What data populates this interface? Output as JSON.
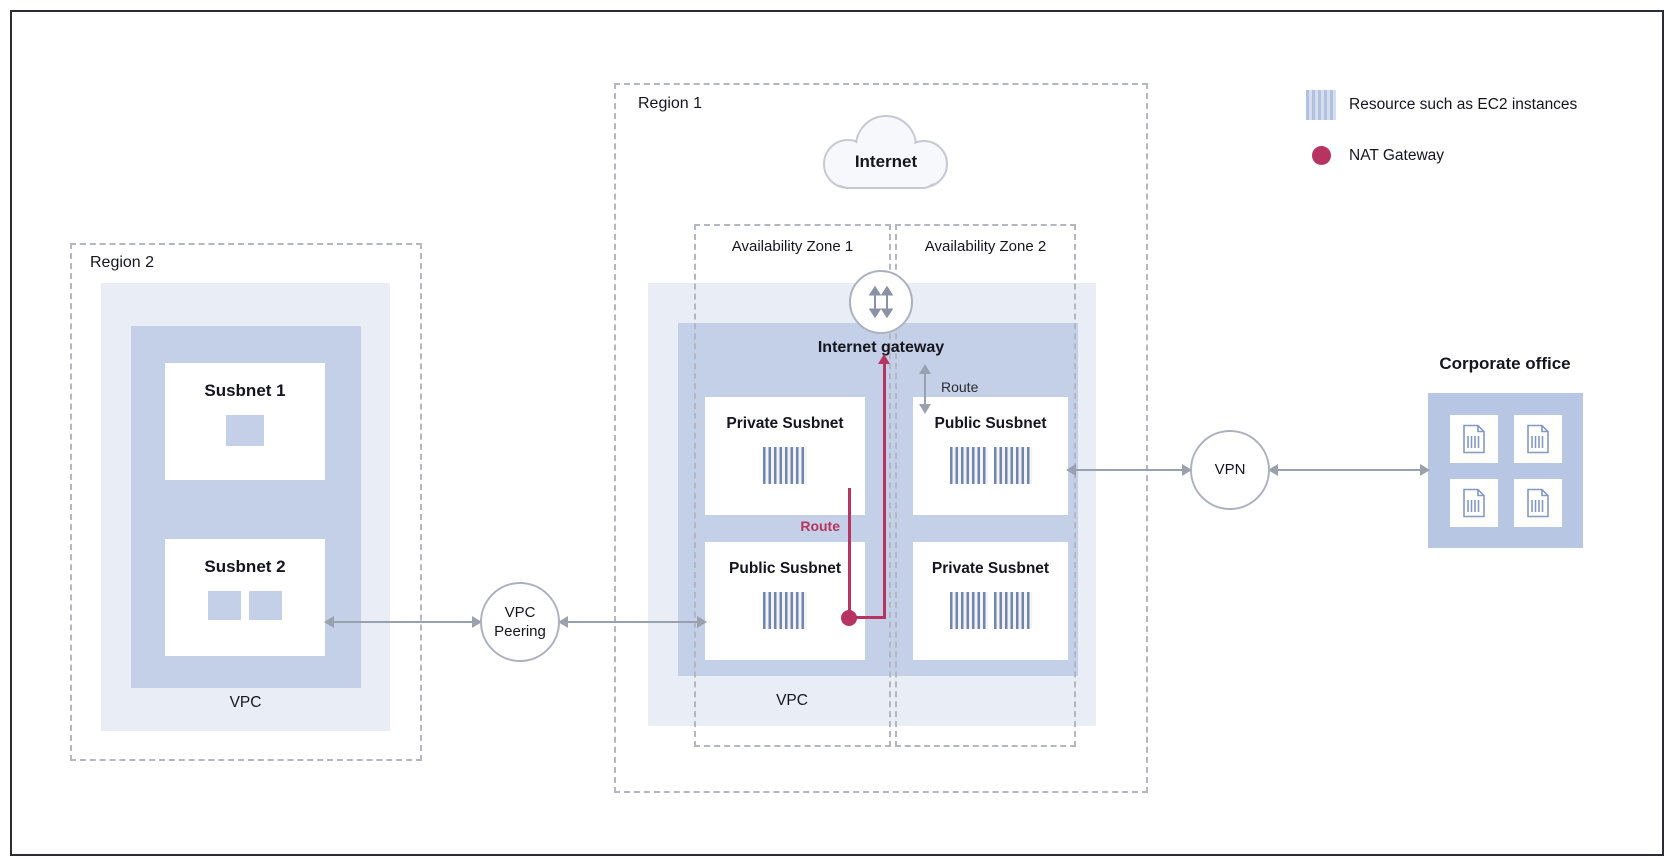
{
  "legend": {
    "resource_label": "Resource such as EC2 instances",
    "nat_label": "NAT Gateway"
  },
  "region2": {
    "title": "Region 2",
    "subnet1_title": "Susbnet 1",
    "subnet2_title": "Susbnet 2",
    "vpc_label": "VPC"
  },
  "peering": {
    "line1": "VPC",
    "line2": "Peering"
  },
  "region1": {
    "title": "Region 1",
    "internet_label": "Internet",
    "az1_title": "Availability Zone 1",
    "az2_title": "Availability Zone 2",
    "igw_label": "Internet gateway",
    "igw_route_label": "Route",
    "nat_route_label": "Route",
    "az1_private_title": "Private Susbnet",
    "az1_public_title": "Public Susbnet",
    "az2_public_title": "Public Susbnet",
    "az2_private_title": "Private Susbnet",
    "vpc_label": "VPC"
  },
  "vpn": {
    "label": "VPN"
  },
  "corporate": {
    "title": "Corporate office"
  },
  "colors": {
    "nat_red": "#b73360",
    "panel_light": "#e9edf6",
    "panel_mid": "#c4d0e7",
    "dashed_border": "#b4b6c2",
    "arrow_gray": "#9aa1ae"
  }
}
